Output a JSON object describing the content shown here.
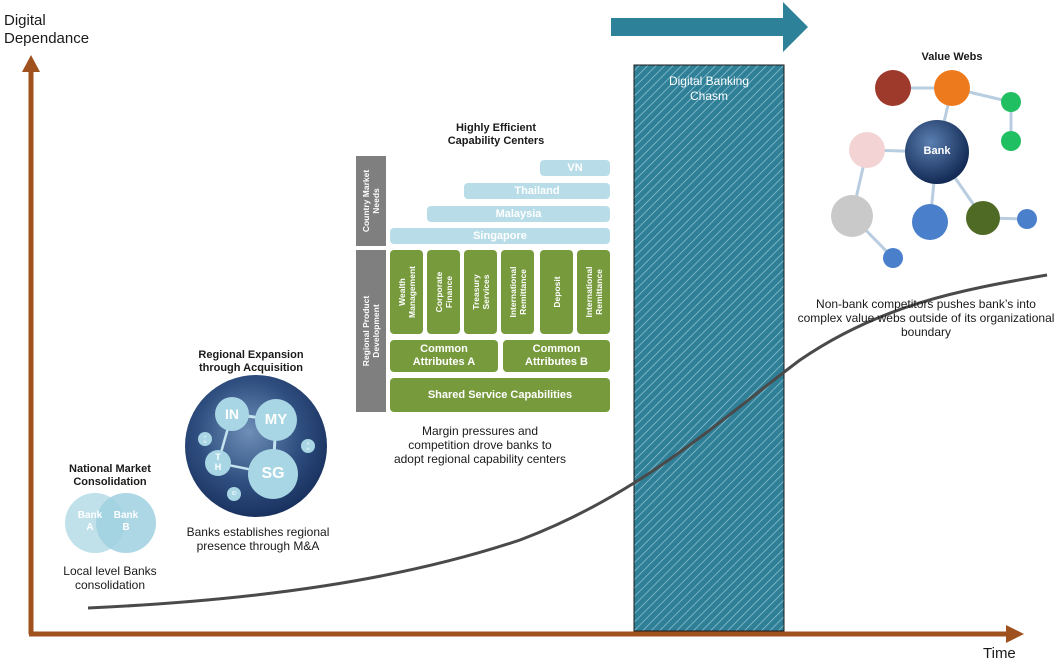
{
  "axes": {
    "y_label": "Digital\nDependance",
    "x_label": "Time"
  },
  "stages": {
    "national": {
      "title": "National Market\nConsolidation",
      "bank_a": "Bank\nA",
      "bank_b": "Bank\nB",
      "caption": "Local level Banks\nconsolidation"
    },
    "regional": {
      "title": "Regional Expansion\nthrough Acquisition",
      "nodes": [
        "IN",
        "MY",
        "SG",
        "T\nH",
        "V\nN",
        "ID",
        "P\nH"
      ],
      "caption": "Banks establishes regional\npresence through M&A"
    },
    "capability": {
      "title": "Highly Efficient\nCapability Centers",
      "side_labels": {
        "country": "Country Market\nNeeds",
        "regional": "Regional Product\nDevelopment"
      },
      "countries": [
        "VN",
        "Thailand",
        "Malaysia",
        "Singapore"
      ],
      "products": [
        "Wealth\nManagement",
        "Corporate\nFinance",
        "Treasury\nServices",
        "International\nRemittance",
        "Deposit",
        "International\nRemittance"
      ],
      "common": [
        "Common\nAttributes A",
        "Common\nAttributes B"
      ],
      "shared": "Shared Service Capabilities",
      "caption": "Margin pressures and\ncompetition drove banks to\nadopt regional capability centers"
    },
    "chasm": {
      "title": "Digital Banking\nChasm"
    },
    "value_webs": {
      "title": "Value Webs",
      "center": "Bank",
      "caption": "Non-bank competitors pushes bank’s into\ncomplex value webs outside of its organizational\nboundary"
    }
  },
  "colors": {
    "axis": "#a0521e",
    "arrow": "#2d8198",
    "chasm": "#2f7f97",
    "green": "#779a3d",
    "light_blue": "#b9dde8",
    "curve": "#4a4a4a"
  }
}
